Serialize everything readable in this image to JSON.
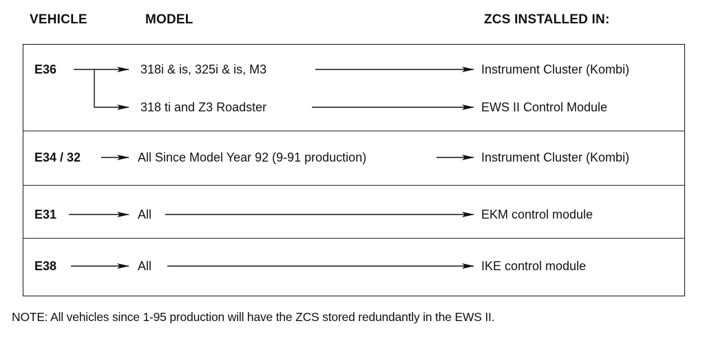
{
  "headers": {
    "vehicle": "VEHICLE",
    "model": "MODEL",
    "zcs_installed_in": "ZCS INSTALLED IN:"
  },
  "rows": [
    {
      "vehicle": "E36",
      "branches": [
        {
          "model": "318i & is, 325i & is,  M3",
          "installed_in": "Instrument Cluster (Kombi)"
        },
        {
          "model": "318 ti and Z3 Roadster",
          "installed_in": "EWS II Control Module"
        }
      ]
    },
    {
      "vehicle": "E34 / 32",
      "branches": [
        {
          "model": "All Since Model Year 92 (9-91 production)",
          "installed_in": "Instrument Cluster (Kombi)"
        }
      ]
    },
    {
      "vehicle": "E31",
      "branches": [
        {
          "model": "All",
          "installed_in": "EKM control module"
        }
      ]
    },
    {
      "vehicle": "E38",
      "branches": [
        {
          "model": "All",
          "installed_in": "IKE control module"
        }
      ]
    }
  ],
  "note": "NOTE: All vehicles since 1-95 production will have the ZCS stored redundantly in the EWS II.",
  "icons": {
    "arrow": "arrow-right-icon"
  },
  "colors": {
    "ink": "#111111",
    "background": "#ffffff"
  }
}
